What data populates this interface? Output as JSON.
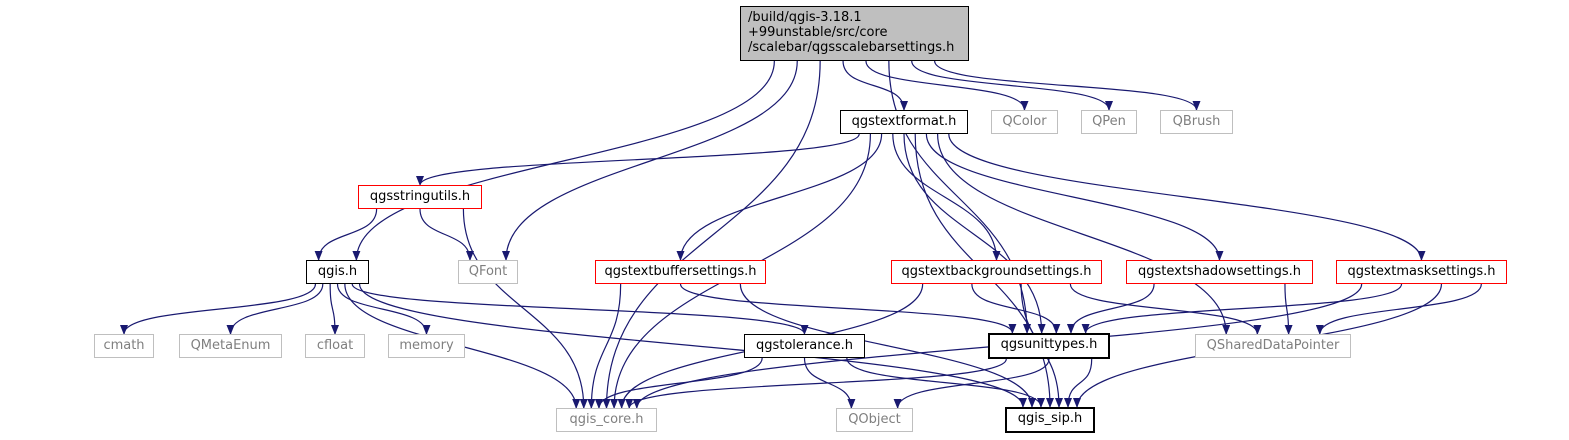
{
  "colors": {
    "edge": "#191970",
    "red_border": "#ff0000",
    "gray_border": "#bfbfbf",
    "root_fill": "#bfbfbf"
  },
  "nodes": [
    {
      "id": "root",
      "lines": [
        "/build/qgis-3.18.1",
        "+99unstable/src/core",
        "/scalebar/qgsscalebarsettings.h"
      ],
      "kind": "root"
    },
    {
      "id": "qgstextformat",
      "lines": [
        "qgstextformat.h"
      ],
      "kind": "black"
    },
    {
      "id": "qcolor",
      "lines": [
        "QColor"
      ],
      "kind": "gray"
    },
    {
      "id": "qpen",
      "lines": [
        "QPen"
      ],
      "kind": "gray"
    },
    {
      "id": "qbrush",
      "lines": [
        "QBrush"
      ],
      "kind": "gray"
    },
    {
      "id": "qgsstringutils",
      "lines": [
        "qgsstringutils.h"
      ],
      "kind": "red"
    },
    {
      "id": "qgis",
      "lines": [
        "qgis.h"
      ],
      "kind": "black"
    },
    {
      "id": "qfont",
      "lines": [
        "QFont"
      ],
      "kind": "gray"
    },
    {
      "id": "qgstextbuffersettings",
      "lines": [
        "qgstextbuffersettings.h"
      ],
      "kind": "red"
    },
    {
      "id": "qgstextbackgroundsettings",
      "lines": [
        "qgstextbackgroundsettings.h"
      ],
      "kind": "red"
    },
    {
      "id": "qgstextshadowsettings",
      "lines": [
        "qgstextshadowsettings.h"
      ],
      "kind": "red"
    },
    {
      "id": "qgstextmasksettings",
      "lines": [
        "qgstextmasksettings.h"
      ],
      "kind": "red"
    },
    {
      "id": "cmath",
      "lines": [
        "cmath"
      ],
      "kind": "gray"
    },
    {
      "id": "qmetaenum",
      "lines": [
        "QMetaEnum"
      ],
      "kind": "gray"
    },
    {
      "id": "cfloat",
      "lines": [
        "cfloat"
      ],
      "kind": "gray"
    },
    {
      "id": "memory",
      "lines": [
        "memory"
      ],
      "kind": "gray"
    },
    {
      "id": "qgstolerance",
      "lines": [
        "qgstolerance.h"
      ],
      "kind": "black"
    },
    {
      "id": "qgsunittypes",
      "lines": [
        "qgsunittypes.h"
      ],
      "kind": "bold"
    },
    {
      "id": "qshareddatapointer",
      "lines": [
        "QSharedDataPointer"
      ],
      "kind": "gray"
    },
    {
      "id": "qgis_core",
      "lines": [
        "qgis_core.h"
      ],
      "kind": "gray"
    },
    {
      "id": "qobject",
      "lines": [
        "QObject"
      ],
      "kind": "gray"
    },
    {
      "id": "qgis_sip",
      "lines": [
        "qgis_sip.h"
      ],
      "kind": "bold"
    }
  ],
  "edges": [
    [
      "root",
      "qgis_core"
    ],
    [
      "root",
      "qgis"
    ],
    [
      "root",
      "qfont"
    ],
    [
      "root",
      "qgsunittypes"
    ],
    [
      "root",
      "qgstextformat"
    ],
    [
      "root",
      "qcolor"
    ],
    [
      "root",
      "qpen"
    ],
    [
      "root",
      "qbrush"
    ],
    [
      "qgstextformat",
      "qgsstringutils"
    ],
    [
      "qgstextformat",
      "qgis_core"
    ],
    [
      "qgstextformat",
      "qgstextbuffersettings"
    ],
    [
      "qgstextformat",
      "qgsunittypes"
    ],
    [
      "qgstextformat",
      "qgstextbackgroundsettings"
    ],
    [
      "qgstextformat",
      "qgstextshadowsettings"
    ],
    [
      "qgstextformat",
      "qgstextmasksettings"
    ],
    [
      "qgstextformat",
      "qshareddatapointer"
    ],
    [
      "qgstextformat",
      "qgis_sip"
    ],
    [
      "qgsstringutils",
      "qgis"
    ],
    [
      "qgsstringutils",
      "qfont"
    ],
    [
      "qgsstringutils",
      "qgis_core"
    ],
    [
      "qgis",
      "qgis_core"
    ],
    [
      "qgis",
      "cmath"
    ],
    [
      "qgis",
      "qmetaenum"
    ],
    [
      "qgis",
      "cfloat"
    ],
    [
      "qgis",
      "memory"
    ],
    [
      "qgis",
      "qgstolerance"
    ],
    [
      "qgis",
      "qgis_sip"
    ],
    [
      "qgstextbuffersettings",
      "qgis_core"
    ],
    [
      "qgstextbuffersettings",
      "qgsunittypes"
    ],
    [
      "qgstextbuffersettings",
      "qgis_sip"
    ],
    [
      "qgstextbackgroundsettings",
      "qgis_core"
    ],
    [
      "qgstextbackgroundsettings",
      "qgsunittypes"
    ],
    [
      "qgstextbackgroundsettings",
      "qshareddatapointer"
    ],
    [
      "qgstextbackgroundsettings",
      "qgis_sip"
    ],
    [
      "qgstextshadowsettings",
      "qgsunittypes"
    ],
    [
      "qgstextshadowsettings",
      "qshareddatapointer"
    ],
    [
      "qgstextmasksettings",
      "qgsunittypes"
    ],
    [
      "qgstextmasksettings",
      "qshareddatapointer"
    ],
    [
      "qgstextmasksettings",
      "qgis_core"
    ],
    [
      "qgstextmasksettings",
      "qgis_sip"
    ],
    [
      "qgstolerance",
      "qgis_core"
    ],
    [
      "qgstolerance",
      "qobject"
    ],
    [
      "qgstolerance",
      "qgis_sip"
    ],
    [
      "qgsunittypes",
      "qgis_core"
    ],
    [
      "qgsunittypes",
      "qobject"
    ],
    [
      "qgsunittypes",
      "qgis_sip"
    ]
  ]
}
